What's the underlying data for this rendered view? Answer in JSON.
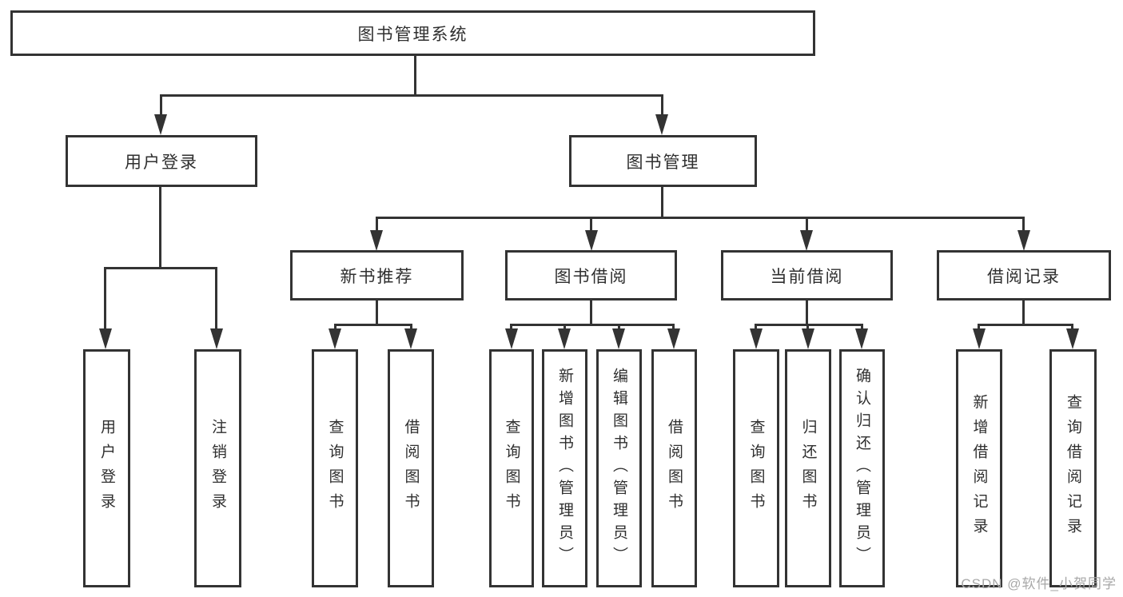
{
  "diagram": {
    "title_node": {
      "label": "图书管理系统"
    },
    "level2": [
      {
        "id": "user-login",
        "label": "用户登录"
      },
      {
        "id": "book-management",
        "label": "图书管理"
      }
    ],
    "level3": [
      {
        "id": "new-book-recommend",
        "label": "新书推荐"
      },
      {
        "id": "book-borrow",
        "label": "图书借阅"
      },
      {
        "id": "current-borrow",
        "label": "当前借阅"
      },
      {
        "id": "borrow-records",
        "label": "借阅记录"
      }
    ],
    "leaves": [
      {
        "id": "user-login-leaf",
        "parent": "user-login",
        "label": "用户登录"
      },
      {
        "id": "logout",
        "parent": "user-login",
        "label": "注销登录"
      },
      {
        "id": "query-books-1",
        "parent": "new-book-recommend",
        "label": "查询图书"
      },
      {
        "id": "borrow-books-1",
        "parent": "new-book-recommend",
        "label": "借阅图书"
      },
      {
        "id": "query-books-2",
        "parent": "book-borrow",
        "label": "查询图书"
      },
      {
        "id": "add-books-admin",
        "parent": "book-borrow",
        "label": "新增图书（管理员）"
      },
      {
        "id": "edit-books-admin",
        "parent": "book-borrow",
        "label": "编辑图书（管理员）"
      },
      {
        "id": "borrow-books-2",
        "parent": "book-borrow",
        "label": "借阅图书"
      },
      {
        "id": "query-books-3",
        "parent": "current-borrow",
        "label": "查询图书"
      },
      {
        "id": "return-books",
        "parent": "current-borrow",
        "label": "归还图书"
      },
      {
        "id": "confirm-return-admin",
        "parent": "current-borrow",
        "label": "确认归还（管理员）"
      },
      {
        "id": "add-borrow-record",
        "parent": "borrow-records",
        "label": "新增借阅记录"
      },
      {
        "id": "query-borrow-record",
        "parent": "borrow-records",
        "label": "查询借阅记录"
      }
    ]
  },
  "watermark": {
    "text": "CSDN @软件_小贺同学"
  },
  "colors": {
    "line": "#333333",
    "box_border": "#333333",
    "text": "#2f2f2f",
    "background": "#ffffff",
    "watermark": "#a8a8a8"
  }
}
